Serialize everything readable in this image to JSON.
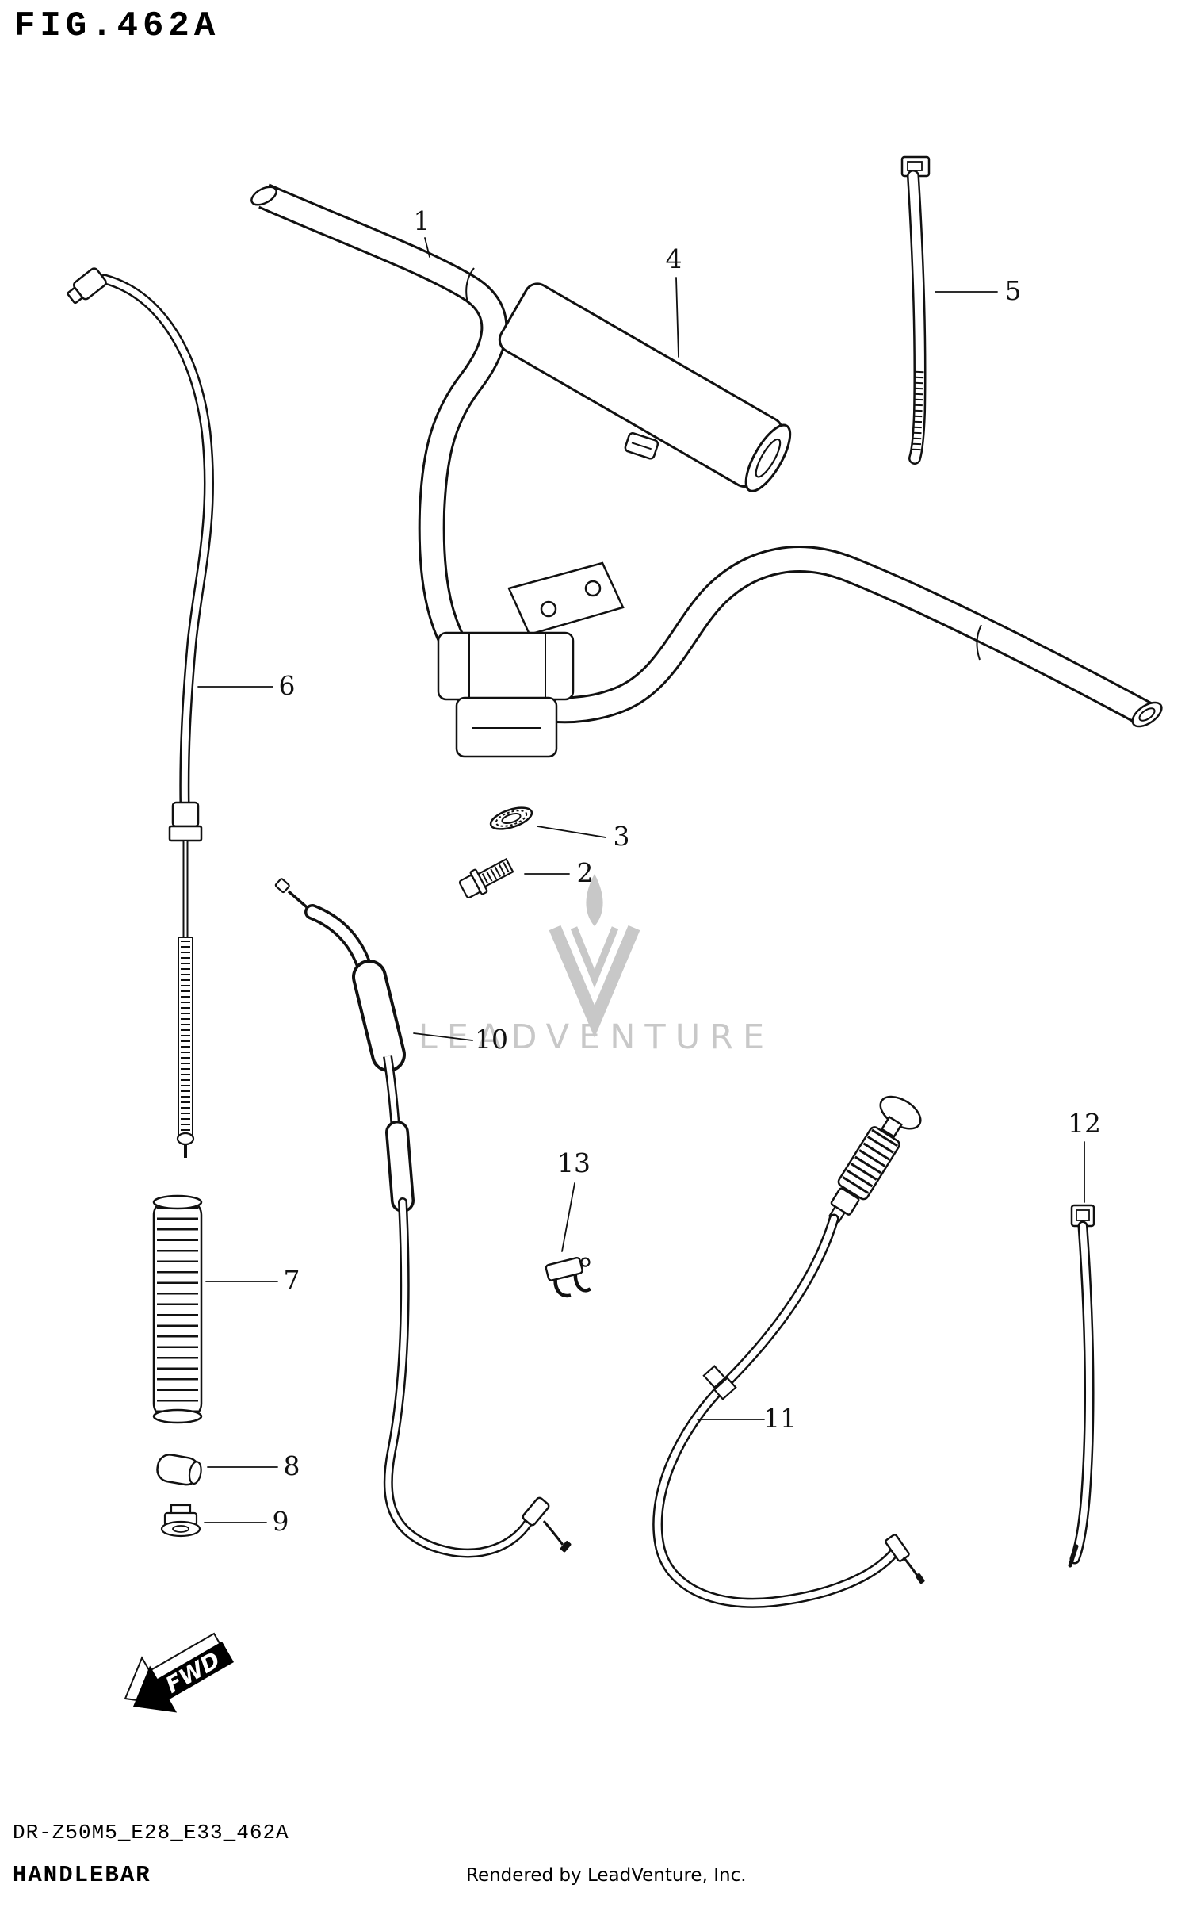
{
  "page": {
    "title": "FIG.462A",
    "watermark": "LEADVENTURE",
    "fwd_label": "FWD",
    "footer": {
      "drawing_code": "DR-Z50M5_E28_E33_462A",
      "part_name": "HANDLEBAR",
      "rendered_by": "Rendered by LeadVenture, Inc."
    }
  },
  "diagram": {
    "callouts": [
      "1",
      "2",
      "3",
      "4",
      "5",
      "6",
      "7",
      "8",
      "9",
      "10",
      "11",
      "12",
      "13"
    ]
  },
  "colors": {
    "line": "#111111",
    "watermark": "#c8c8c8",
    "background": "#ffffff"
  }
}
